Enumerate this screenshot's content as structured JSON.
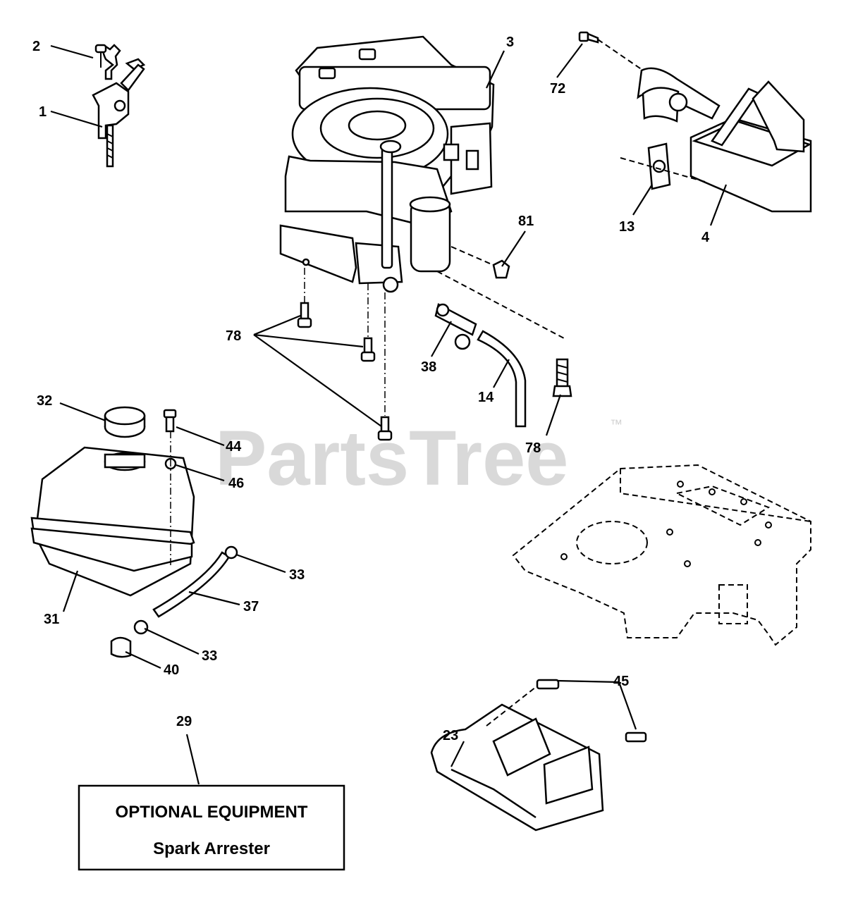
{
  "watermark": {
    "text": "PartsTree",
    "trademark": "™"
  },
  "callouts": {
    "c1": "1",
    "c2": "2",
    "c3": "3",
    "c4": "4",
    "c13": "13",
    "c14": "14",
    "c23": "23",
    "c29": "29",
    "c31": "31",
    "c32": "32",
    "c33a": "33",
    "c33b": "33",
    "c37": "37",
    "c38": "38",
    "c40": "40",
    "c44": "44",
    "c45": "45",
    "c46": "46",
    "c72": "72",
    "c78a": "78",
    "c78b": "78",
    "c81": "81"
  },
  "optional_box": {
    "title": "OPTIONAL EQUIPMENT",
    "subtitle": "Spark Arrester"
  }
}
